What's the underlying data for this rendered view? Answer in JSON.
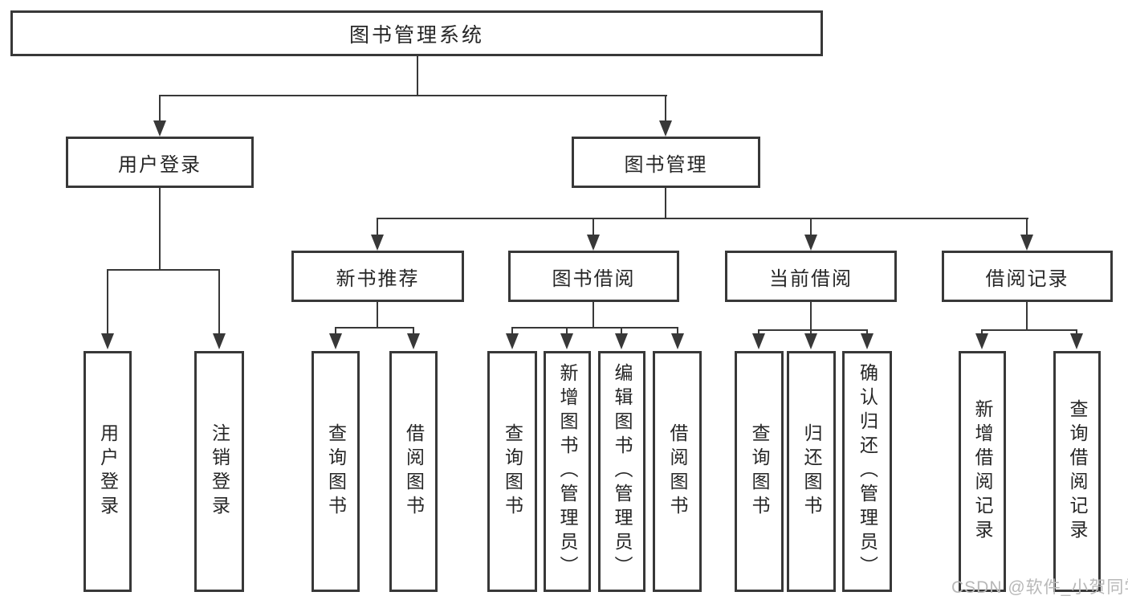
{
  "colors": {
    "line": "#383838",
    "text": "#262626",
    "watermark": "#b8b8b8",
    "bg": "#ffffff"
  },
  "watermark": "CSDN @软件_小贺同学",
  "tree": {
    "root": {
      "label": "图书管理系统",
      "children": [
        {
          "label": "用户登录",
          "children": [
            {
              "label": "用户登录"
            },
            {
              "label": "注销登录"
            }
          ]
        },
        {
          "label": "图书管理",
          "children": [
            {
              "label": "新书推荐",
              "children": [
                {
                  "label": "查询图书"
                },
                {
                  "label": "借阅图书"
                }
              ]
            },
            {
              "label": "图书借阅",
              "children": [
                {
                  "label": "查询图书"
                },
                {
                  "label": "新增图书（管理员）"
                },
                {
                  "label": "编辑图书（管理员）"
                },
                {
                  "label": "借阅图书"
                }
              ]
            },
            {
              "label": "当前借阅",
              "children": [
                {
                  "label": "查询图书"
                },
                {
                  "label": "归还图书"
                },
                {
                  "label": "确认归还（管理员）"
                }
              ]
            },
            {
              "label": "借阅记录",
              "children": [
                {
                  "label": "新增借阅记录"
                },
                {
                  "label": "查询借阅记录"
                }
              ]
            }
          ]
        }
      ]
    }
  }
}
